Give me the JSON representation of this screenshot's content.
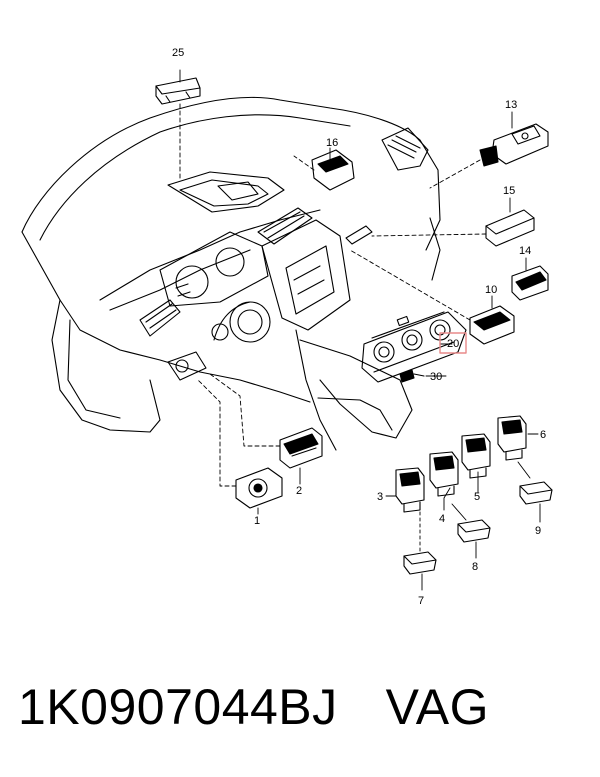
{
  "diagram": {
    "callouts": [
      {
        "id": "25",
        "label": "25",
        "highlighted": false
      },
      {
        "id": "16",
        "label": "16",
        "highlighted": false
      },
      {
        "id": "13",
        "label": "13",
        "highlighted": false
      },
      {
        "id": "15",
        "label": "15",
        "highlighted": false
      },
      {
        "id": "14",
        "label": "14",
        "highlighted": false
      },
      {
        "id": "10",
        "label": "10",
        "highlighted": false
      },
      {
        "id": "20",
        "label": "20",
        "highlighted": true
      },
      {
        "id": "30",
        "label": "30",
        "highlighted": false
      },
      {
        "id": "2",
        "label": "2",
        "highlighted": false
      },
      {
        "id": "1",
        "label": "1",
        "highlighted": false
      },
      {
        "id": "3",
        "label": "3",
        "highlighted": false
      },
      {
        "id": "4",
        "label": "4",
        "highlighted": false
      },
      {
        "id": "5",
        "label": "5",
        "highlighted": false
      },
      {
        "id": "6",
        "label": "6",
        "highlighted": false
      },
      {
        "id": "8",
        "label": "8",
        "highlighted": false
      },
      {
        "id": "7",
        "label": "7",
        "highlighted": false
      },
      {
        "id": "9",
        "label": "9",
        "highlighted": false
      }
    ],
    "highlight_color": "#e88a8a",
    "line_color": "#000000"
  },
  "caption": {
    "part_number": "1K0907044BJ",
    "brand": "VAG"
  }
}
